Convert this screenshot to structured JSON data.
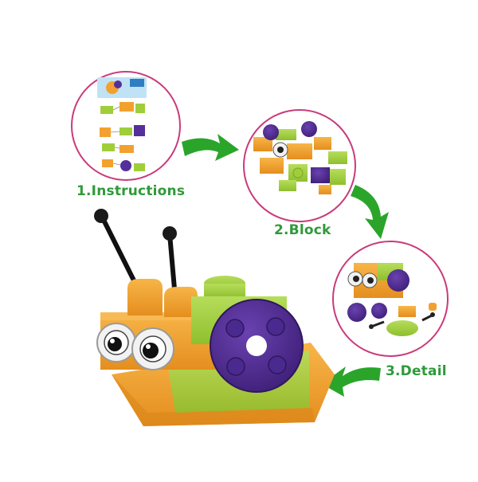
{
  "steps": [
    {
      "label": "1.Instructions"
    },
    {
      "label": "2.Block"
    },
    {
      "label": "3.Detail"
    }
  ],
  "colors": {
    "label_green": "#2f9a3a",
    "arrow_green": "#2aa52a",
    "circle_border": "#c93b7a",
    "orange": "#f2a12e",
    "orange_dark": "#d98519",
    "lime": "#9fce3a",
    "purple": "#55309a",
    "purple_dark": "#3e2177",
    "eye_white": "#f2f2f2"
  },
  "icons": {
    "flow_arrows": "curved-right-arrow",
    "hero": "snail-brick-toy"
  }
}
